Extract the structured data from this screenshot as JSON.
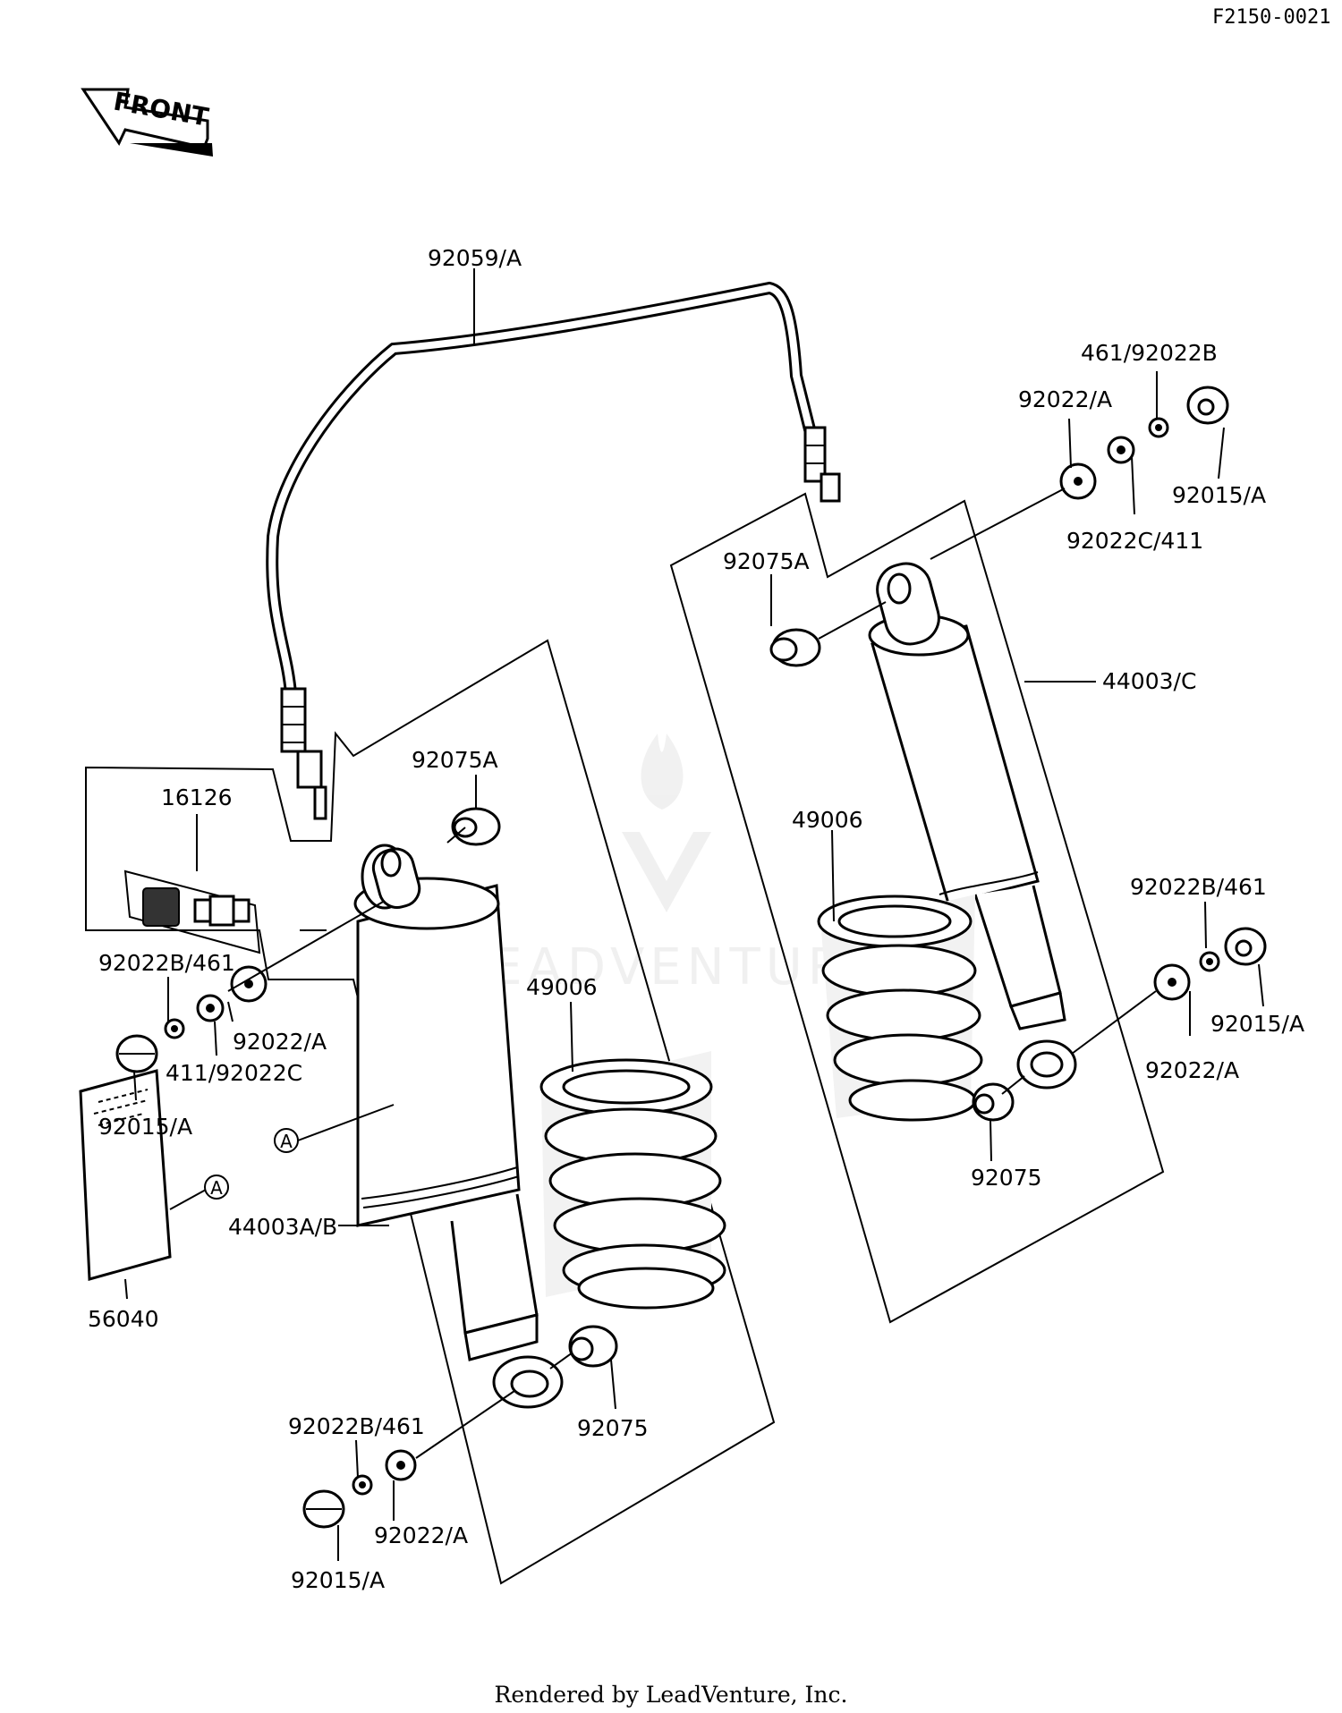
{
  "diagram_code": "F2150-0021",
  "front_arrow_label": "FRONT",
  "footer_credit": "Rendered by LeadVenture, Inc.",
  "watermark_text": "LEADVENTURE",
  "ref_mark": "A",
  "labels": {
    "hose": "92059/A",
    "washer_461_top": "461/92022B",
    "washer_top_right": "92022/A",
    "nut_top_right": "92015/A",
    "washer_c411_top": "92022C/411",
    "collar_right_top": "92075A",
    "shock_right": "44003/C",
    "spring_right": "49006",
    "washer_b461_right": "92022B/461",
    "nut_right_lower": "92015/A",
    "washer_right_lower": "92022/A",
    "collar_right_bottom": "92075",
    "valve": "16126",
    "collar_left_top": "92075A",
    "washer_b461_left": "92022B/461",
    "washer_left": "92022/A",
    "washer_c411_left": "411/92022C",
    "nut_left": "92015/A",
    "spring_left": "49006",
    "shock_left": "44003A/B",
    "decal": "56040",
    "washer_b461_bottom": "92022B/461",
    "collar_left_bottom": "92075",
    "washer_bottom": "92022/A",
    "nut_bottom": "92015/A"
  }
}
